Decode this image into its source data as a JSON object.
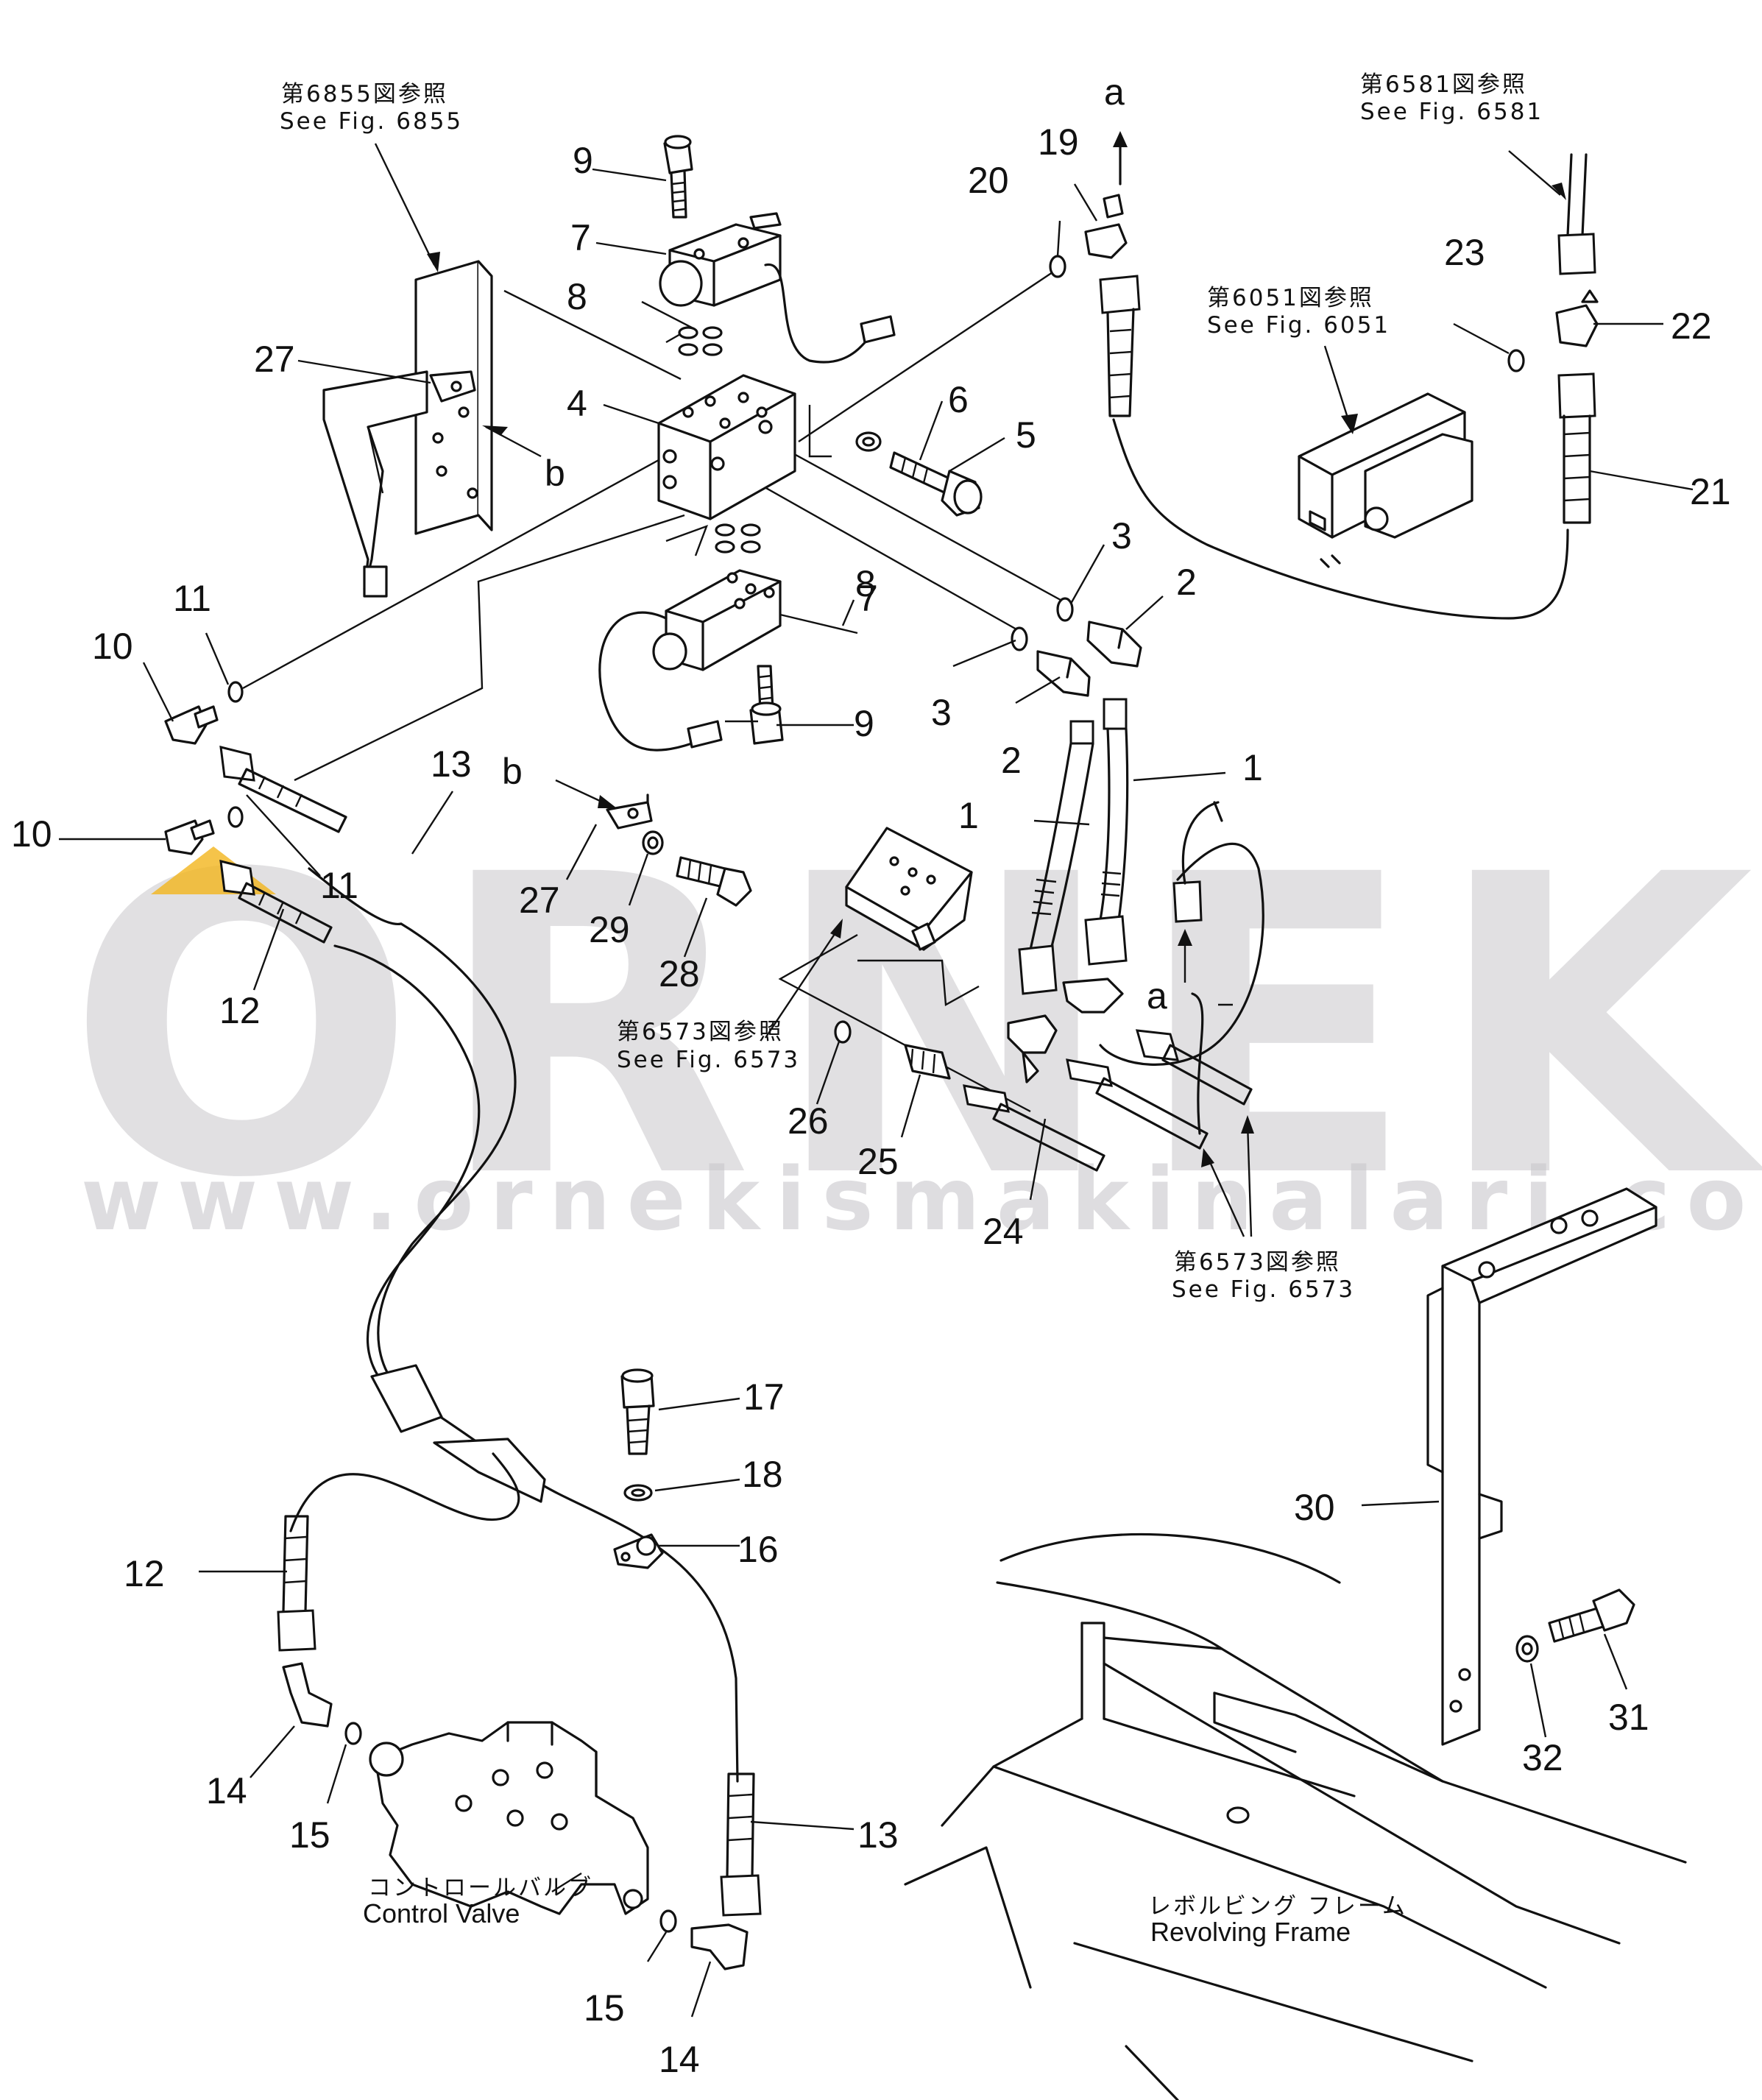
{
  "watermark": {
    "brand": "ORNEK",
    "url": "www.ornekismakinalari.com.tr",
    "accent_color": "#f2b51d",
    "text_color": "#c9c8cc"
  },
  "references": {
    "fig6855_jp": "第6855図参照",
    "fig6855_en": "See  Fig.  6855",
    "fig6581_jp": "第6581図参照",
    "fig6581_en": "See  Fig.  6581",
    "fig6051_jp": "第6051図参照",
    "fig6051_en": "See  Fig.  6051",
    "fig6573a_jp": "第6573図参照",
    "fig6573a_en": "See  Fig.  6573",
    "fig6573b_jp": "第6573図参照",
    "fig6573b_en": "See  Fig.  6573"
  },
  "components": {
    "control_valve_jp": "コントロールバルブ",
    "control_valve_en": "Control  Valve",
    "revolving_frame_jp": "レボルビング フレーム",
    "revolving_frame_en": "Revolving  Frame"
  },
  "connectors": {
    "a": "a",
    "b": "b"
  },
  "callouts": {
    "c1a": "1",
    "c1b": "1",
    "c2a": "2",
    "c2b": "2",
    "c3a": "3",
    "c3b": "3",
    "c4": "4",
    "c5": "5",
    "c6": "6",
    "c7a": "7",
    "c7b": "7",
    "c8a": "8",
    "c8b": "8",
    "c9a": "9",
    "c9b": "9",
    "c10a": "10",
    "c10b": "10",
    "c11a": "11",
    "c11b": "11",
    "c12a": "12",
    "c12b": "12",
    "c13a": "13",
    "c13b": "13",
    "c14a": "14",
    "c14b": "14",
    "c15a": "15",
    "c15b": "15",
    "c16": "16",
    "c17": "17",
    "c18": "18",
    "c19": "19",
    "c20": "20",
    "c21": "21",
    "c22": "22",
    "c23": "23",
    "c24": "24",
    "c25": "25",
    "c26": "26",
    "c27a": "27",
    "c27b": "27",
    "c28": "28",
    "c29": "29",
    "c30": "30",
    "c31": "31",
    "c32": "32"
  }
}
